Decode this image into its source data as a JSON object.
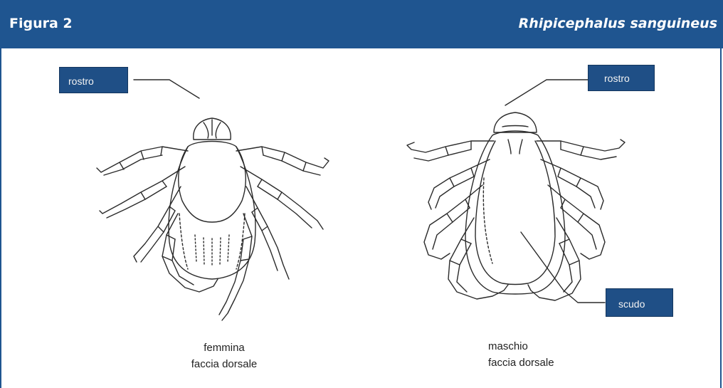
{
  "header": {
    "figure_label": "Figura 2",
    "species": "Rhipicephalus sanguineus"
  },
  "labels": {
    "left_rostro": "rostro",
    "right_rostro": "rostro",
    "scudo": "scudo"
  },
  "captions": {
    "left_line1": "femmina",
    "left_line2": "faccia dorsale",
    "right_line1": "maschio",
    "right_line2": "faccia dorsale"
  },
  "colors": {
    "header_bg": "#1f5590",
    "label_bg": "#1f4f86"
  }
}
